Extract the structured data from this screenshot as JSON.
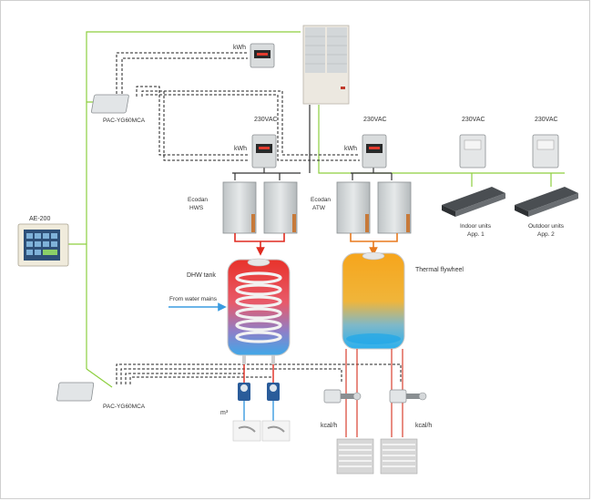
{
  "labels": {
    "ae200": "AE-200",
    "pac_top": "PAC-YG60MCA",
    "pac_bottom": "PAC-YG60MCA",
    "kwh_top": "kWh",
    "kwh_left": "kWh",
    "kwh_right": "kWh",
    "vac_left": "230VAC",
    "vac_right": "230VAC",
    "vac_indoor": "230VAC",
    "vac_outdoor": "230VAC",
    "ecodan_hws_line1": "Ecodan",
    "ecodan_hws_line2": "HWS",
    "ecodan_atw_line1": "Ecodan",
    "ecodan_atw_line2": "ATW",
    "indoor_line1": "Indoor units",
    "indoor_line2": "App. 1",
    "outdoor_line1": "Outdoor units",
    "outdoor_line2": "App. 2",
    "dhw_tank": "DHW tank",
    "thermal_flywheel": "Thermal flywheel",
    "water_mains": "From water mains",
    "m3": "m³",
    "kcal_left": "kcal/h",
    "kcal_right": "kcal/h"
  },
  "colors": {
    "control_wire": "#8dcf3f",
    "signal_wire": "#222222",
    "hot_pipe": "#e02b20",
    "flywheel_pipe": "#e87a1e",
    "water_mains": "#3a9be0",
    "power_wire": "#333333"
  }
}
